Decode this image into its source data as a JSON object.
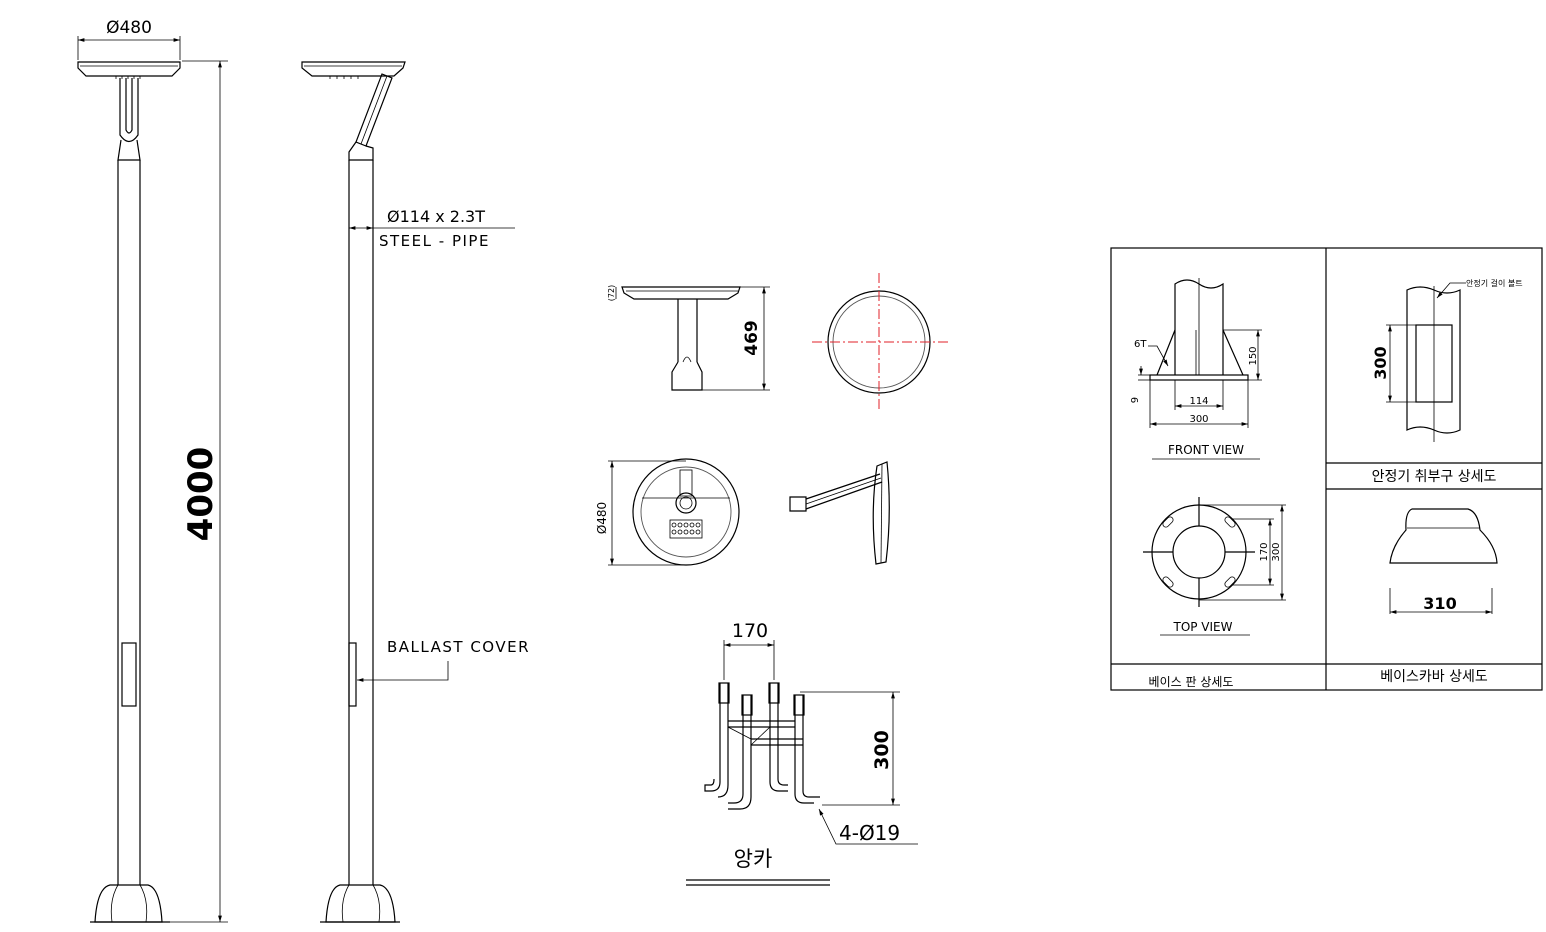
{
  "pole": {
    "head_dia": "Ø480",
    "height": "4000",
    "pipe_size": "Ø114 x 2.3T",
    "pipe_type": "STEEL - PIPE",
    "ballast_label": "BALLAST COVER"
  },
  "luminaire": {
    "height": "469",
    "small_dim": "(72)",
    "dia": "Ø480"
  },
  "anchor": {
    "spacing": "170",
    "height": "300",
    "bolts": "4-Ø19",
    "title": "앙카"
  },
  "detail_box": {
    "base_plate": {
      "thickness": "6T",
      "gusset_height": "150",
      "plate_thick": "9",
      "pipe_dia": "114",
      "plate_width": "300",
      "front_view": "FRONT VIEW",
      "top_view": "TOP VIEW",
      "bolt_pitch": "170",
      "plate_size": "300",
      "title": "베이스 판 상세도"
    },
    "ballast_opening": {
      "note": "안정기 걸이 볼트",
      "height": "300",
      "title": "안정기 취부구 상세도"
    },
    "base_cover": {
      "width": "310",
      "title": "베이스카바 상세도"
    }
  }
}
